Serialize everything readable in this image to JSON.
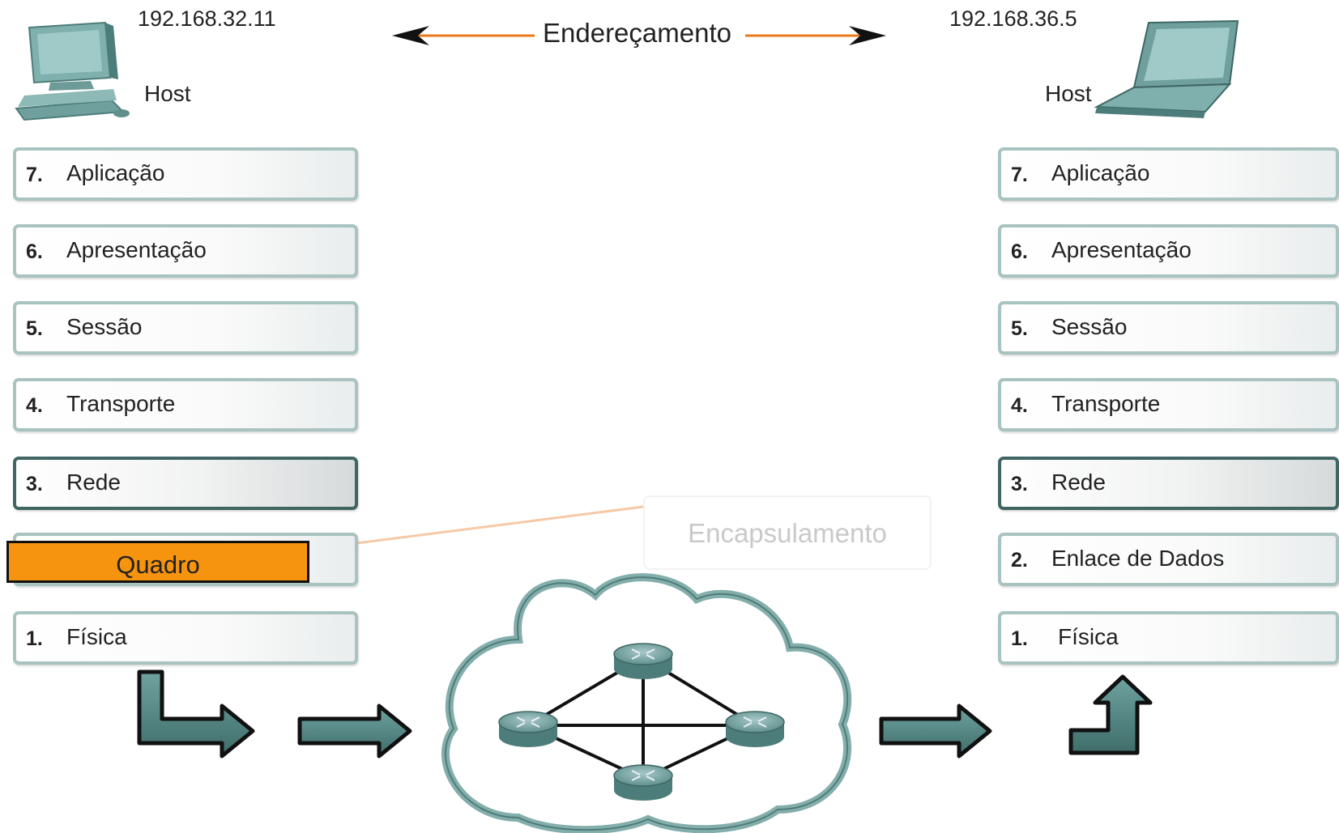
{
  "addressing": {
    "label": "Endereçamento"
  },
  "left_host": {
    "ip": "192.168.32.11",
    "label": "Host"
  },
  "right_host": {
    "ip": "192.168.36.5",
    "label": "Host"
  },
  "left_stack": [
    {
      "num": "7.",
      "name": "Aplicação"
    },
    {
      "num": "6.",
      "name": "Apresentação"
    },
    {
      "num": "5.",
      "name": "Sessão"
    },
    {
      "num": "4.",
      "name": "Transporte"
    },
    {
      "num": "3.",
      "name": "Rede"
    },
    {
      "num": "1.",
      "name": "Física"
    }
  ],
  "right_stack": [
    {
      "num": "7.",
      "name": "Aplicação"
    },
    {
      "num": "6.",
      "name": "Apresentação"
    },
    {
      "num": "5.",
      "name": "Sessão"
    },
    {
      "num": "4.",
      "name": "Transporte"
    },
    {
      "num": "3.",
      "name": "Rede"
    },
    {
      "num": "2.",
      "name": "Enlace de Dados"
    },
    {
      "num": "1.",
      "name": "Física"
    }
  ],
  "frame": {
    "label": "Quadro"
  },
  "encapsulation": {
    "label": "Encapsulamento"
  },
  "colors": {
    "accent": "#f7940f",
    "teal": "#5a8f8c",
    "teal_dark": "#3f6663",
    "border": "#a9c3c0"
  }
}
